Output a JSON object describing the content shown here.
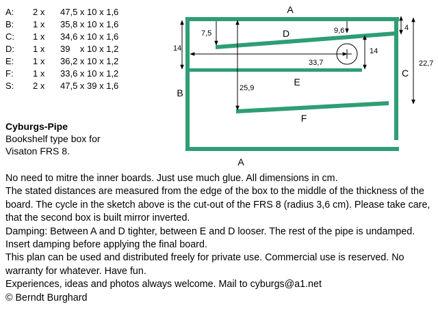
{
  "parts_list": [
    {
      "label": "A:",
      "qty": "2 x",
      "dims": "47,5 x 10 x 1,6"
    },
    {
      "label": "B:",
      "qty": "1 x",
      "dims": "35,8 x 10 x 1,6"
    },
    {
      "label": "C:",
      "qty": "1 x",
      "dims": "34,6 x 10 x 1,6"
    },
    {
      "label": "D:",
      "qty": "1 x",
      "dims": "39    x 10 x 1,2"
    },
    {
      "label": "E:",
      "qty": "1 x",
      "dims": "36,2 x 10 x 1,2"
    },
    {
      "label": "F:",
      "qty": "1 x",
      "dims": "33,6 x 10 x 1,2"
    },
    {
      "label": "S:",
      "qty": "2 x",
      "dims": "47,5 x 39 x 1,6"
    }
  ],
  "project": {
    "title": "Cyburgs-Pipe",
    "line1": "Bookshelf type box for",
    "line2": "Visaton FRS 8."
  },
  "sketch": {
    "board_color": "#2e9e74",
    "board_labels": {
      "top": "A",
      "bottom": "A",
      "left": "B",
      "right": "C",
      "d": "D",
      "e": "E",
      "f": "F"
    },
    "dimensions": {
      "d_left": "7,5",
      "d_right": "9,6",
      "top_right": "4",
      "left_height": "14",
      "right_inner": "14",
      "driver_pos": "33,7",
      "f_left": "25,9",
      "total_height": "22,7"
    }
  },
  "notes": [
    "No need to mitre the inner boards. Just use much glue. All dimensions in cm.",
    "The stated distances are measured from the edge of the box to the middle of the thickness of the board. The cycle in the sketch above is the cut-out of the FRS 8 (radius 3,6 cm). Please take care, that the second box is built mirror inverted.",
    "Damping: Between A and D tighter, between E and D looser. The rest of the pipe is undamped. Insert damping before applying the final board.",
    "This plan can be used and distributed freely for private use. Commercial use is reserved. No warranty for whatever. Have fun.",
    "Experiences, ideas and photos always welcome. Mail to cyburgs@a1.net",
    "© Berndt Burghard"
  ]
}
